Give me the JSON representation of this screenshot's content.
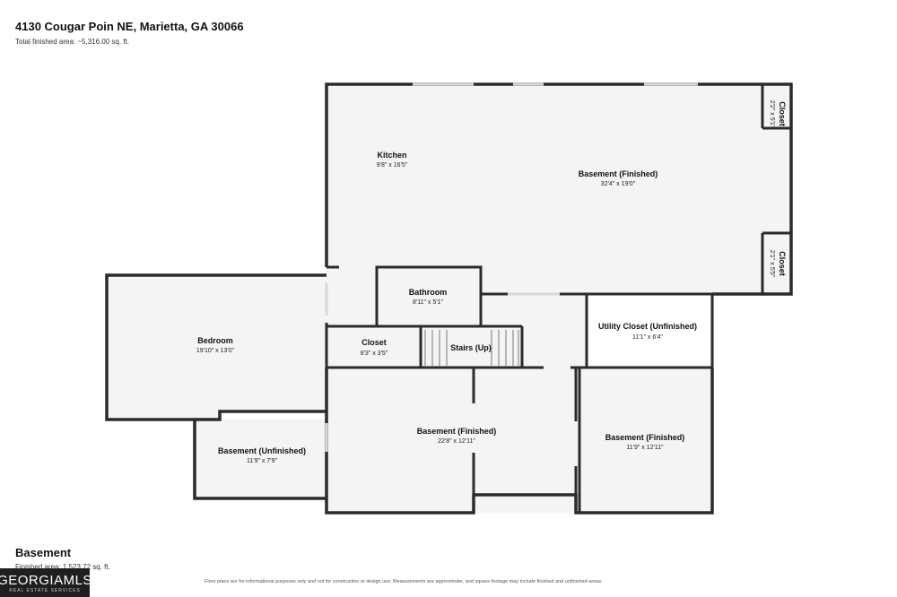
{
  "header": {
    "address": "4130 Cougar Poin NE, Marietta, GA 30066",
    "total_area": "Total finished area: ~5,316.00 sq. ft."
  },
  "rooms": [
    {
      "id": "kitchen",
      "name": "Kitchen",
      "dims": "9'8\" x 16'5\""
    },
    {
      "id": "basement-finished-main",
      "name": "Basement (Finished)",
      "dims": "32'4\" x 19'0\""
    },
    {
      "id": "closet-top",
      "name": "Closet",
      "dims": "2'2\" x 5'1\""
    },
    {
      "id": "closet-right",
      "name": "Closet",
      "dims": "2'1\" x 5'5\""
    },
    {
      "id": "bathroom",
      "name": "Bathroom",
      "dims": "8'11\" x 5'1\""
    },
    {
      "id": "bedroom",
      "name": "Bedroom",
      "dims": "19'10\" x 13'0\""
    },
    {
      "id": "closet-small",
      "name": "Closet",
      "dims": "8'3\" x 3'5\""
    },
    {
      "id": "stairs",
      "name": "Stairs (Up)",
      "dims": ""
    },
    {
      "id": "utility-closet",
      "name": "Utility Closet (Unfinished)",
      "dims": "11'1\" x 6'4\""
    },
    {
      "id": "basement-unfinished",
      "name": "Basement (Unfinished)",
      "dims": "11'9\" x 7'9\""
    },
    {
      "id": "basement-finished-center",
      "name": "Basement (Finished)",
      "dims": "22'8\" x 12'11\""
    },
    {
      "id": "basement-finished-right",
      "name": "Basement (Finished)",
      "dims": "11'9\" x 12'11\""
    }
  ],
  "footer": {
    "floor_name": "Basement",
    "floor_area": "Finished area: 1,523.72 sq. ft.",
    "disclaimer": "Floor plans are for informational purposes only and not for construction or design use. Measurements are approximate, and square footage may include finished and unfinished areas.",
    "logo_main": "GEORGIAMLS",
    "logo_sub": "REAL ESTATE SERVICES"
  }
}
